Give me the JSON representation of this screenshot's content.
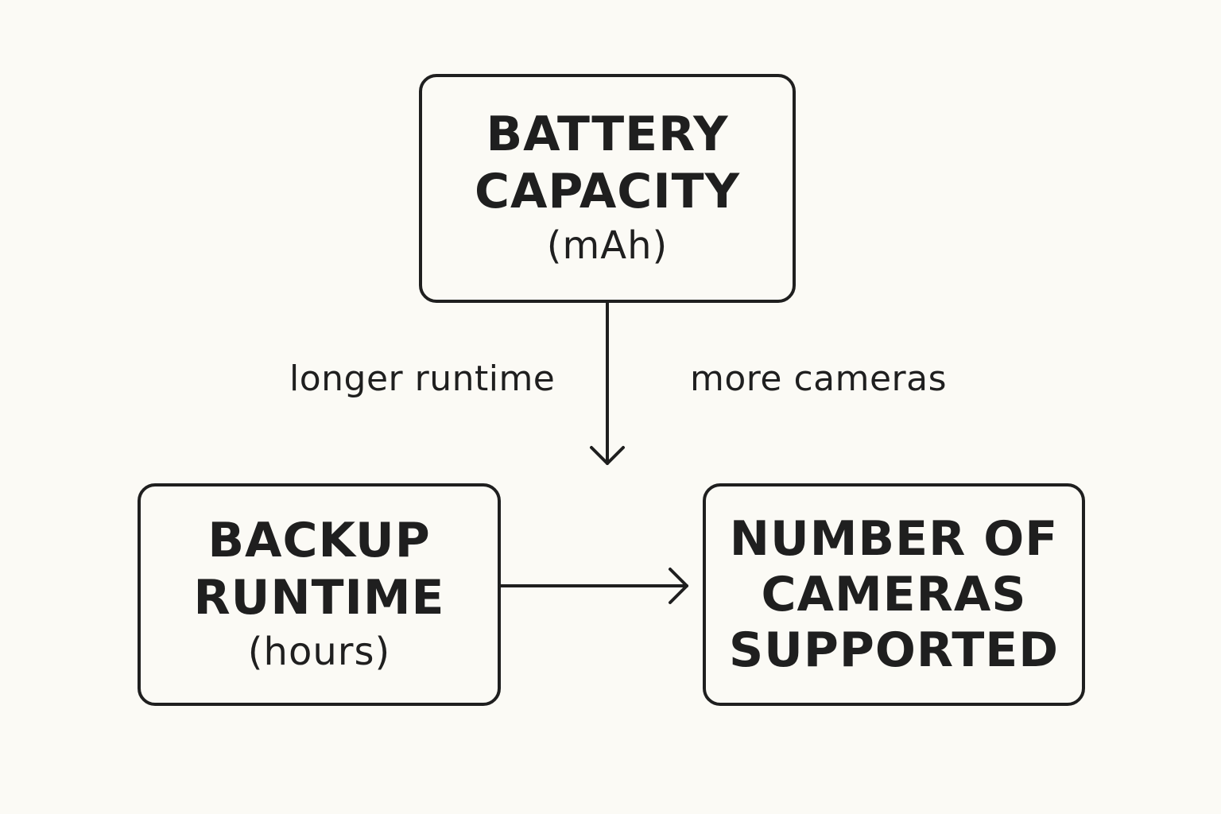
{
  "nodes": {
    "battery": {
      "title_line1": "BATTERY",
      "title_line2": "CAPACITY",
      "unit": "(mAh)"
    },
    "runtime": {
      "title_line1": "BACKUP",
      "title_line2": "RUNTIME",
      "unit": "(hours)"
    },
    "cameras": {
      "title_line1": "NUMBER OF",
      "title_line2": "CAMERAS",
      "title_line3": "SUPPORTED"
    }
  },
  "edges": {
    "battery_label_left": "longer runtime",
    "battery_label_right": "more cameras"
  },
  "colors": {
    "background": "#fbfaf5",
    "stroke": "#1f1f1f"
  }
}
